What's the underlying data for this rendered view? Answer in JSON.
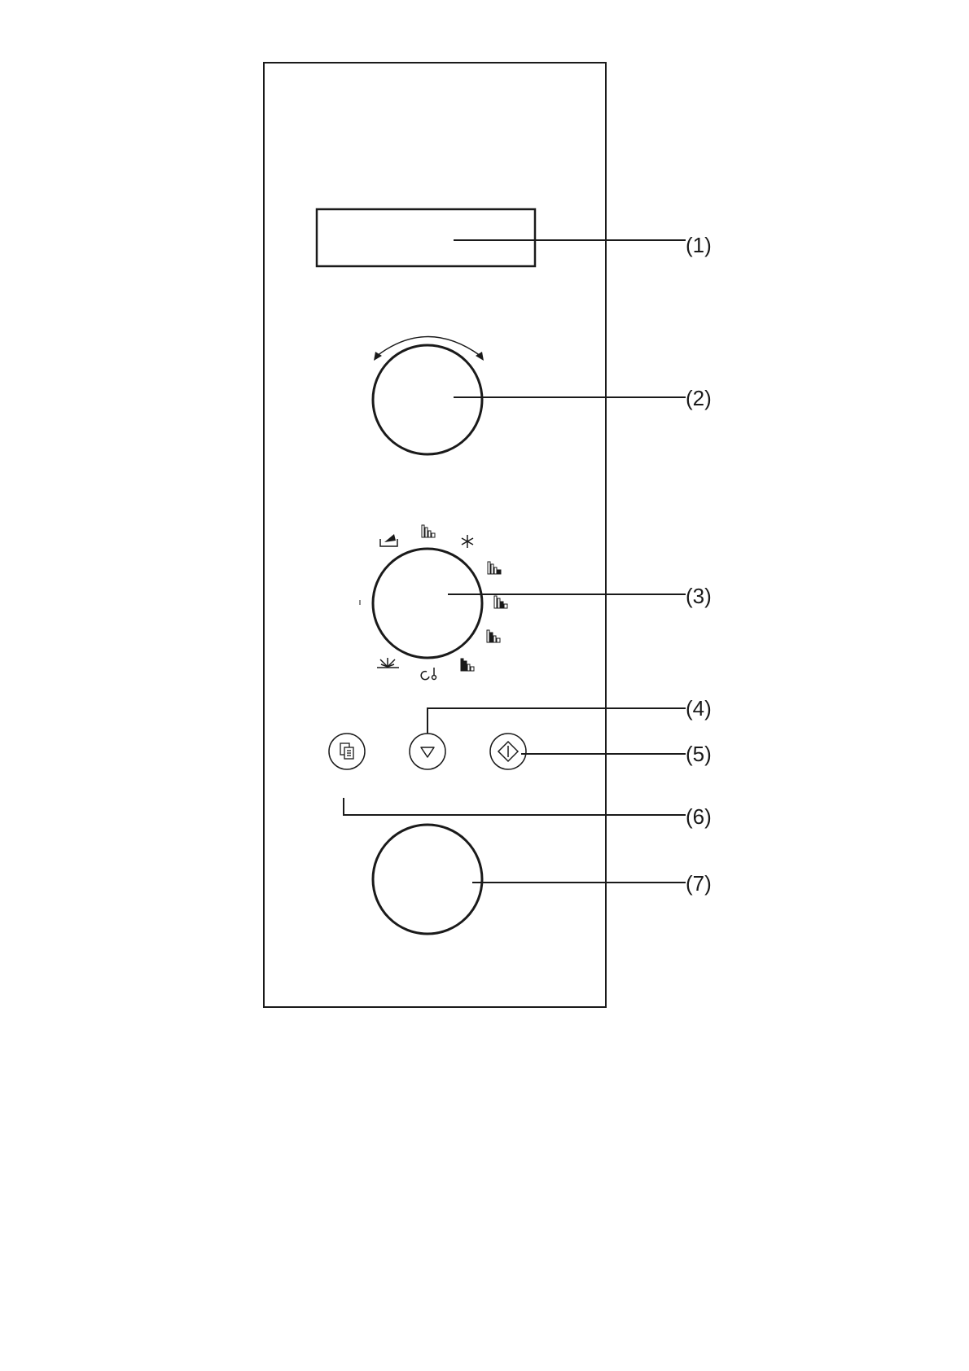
{
  "colors": {
    "stroke": "#1a1a1a",
    "background": "#ffffff"
  },
  "callouts": {
    "c1": "(1)",
    "c2": "(2)",
    "c3": "(3)",
    "c4": "(4)",
    "c5": "(5)",
    "c6": "(6)",
    "c7": "(7)"
  },
  "components": {
    "display": "display-window",
    "timer_knob": "rotary-knob-with-arrows",
    "function_selector": "mode-selector-dial",
    "down_button": "triangle-down-icon",
    "start_button": "start-diamond-icon",
    "memory_button": "memory-copy-icon",
    "lower_knob": "rotary-knob"
  },
  "selector_mode_icons": [
    "grill-tray-icon",
    "power-level-bars-icon",
    "defrost-snowflake-icon",
    "power-level-low-icon",
    "power-level-medium-low-icon",
    "power-level-medium-icon",
    "power-level-high-icon",
    "auto-reheat-icon",
    "grill-icon"
  ]
}
